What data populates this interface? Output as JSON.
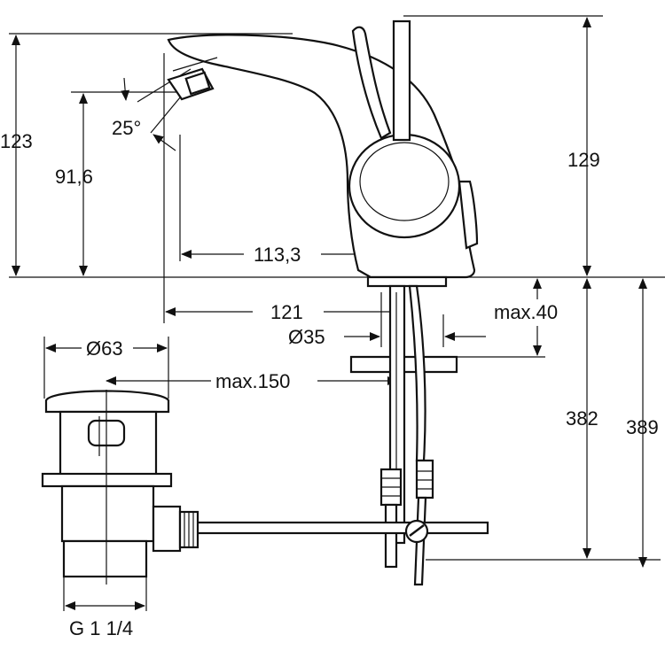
{
  "drawing": {
    "labels": {
      "d123": "123",
      "d91_6": "91,6",
      "d25deg": "25°",
      "d113_3": "113,3",
      "d129": "129",
      "d121": "121",
      "d_max40": "max.40",
      "d_dia35": "Ø35",
      "d_dia63": "Ø63",
      "d_max150": "max.150",
      "d382": "382",
      "d389": "389",
      "d_thread": "G 1 1/4"
    }
  }
}
